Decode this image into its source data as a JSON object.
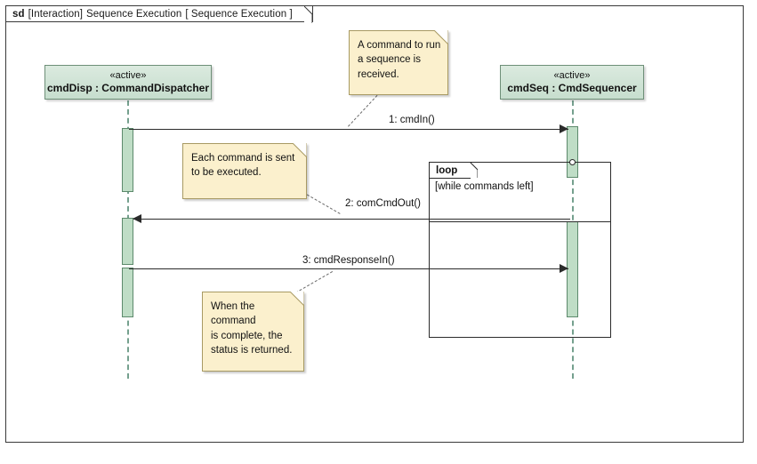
{
  "diagram": {
    "frame": {
      "keyword": "sd",
      "interaction_type": "[Interaction]",
      "name": "Sequence Execution",
      "bracket_name": "[ Sequence Execution ]"
    },
    "colors": {
      "lifeline_head_fill": "#cfe3d5",
      "lifeline_head_border": "#6e8f78",
      "activation_fill": "#bfddc6",
      "activation_border": "#5d8a6c",
      "lifeline_dash": "#6e9b88",
      "note_fill": "#fbf0cd",
      "note_border": "#a89a63",
      "line": "#2b2b2b",
      "frame_border": "#3a3a3a"
    },
    "lifelines": [
      {
        "id": "cmdDisp",
        "stereotype": "«active»",
        "label": "cmdDisp : CommandDispatcher"
      },
      {
        "id": "cmdSeq",
        "stereotype": "«active»",
        "label": "cmdSeq : CmdSequencer"
      }
    ],
    "messages": [
      {
        "seq": "1",
        "label": "1: cmdIn()",
        "from": "cmdDisp",
        "to": "cmdSeq",
        "direction": "right"
      },
      {
        "seq": "2",
        "label": "2: comCmdOut()",
        "from": "cmdSeq",
        "to": "cmdDisp",
        "direction": "left"
      },
      {
        "seq": "3",
        "label": "3: cmdResponseIn()",
        "from": "cmdDisp",
        "to": "cmdSeq",
        "direction": "right"
      }
    ],
    "fragment": {
      "operator": "loop",
      "guard": "[while commands left]"
    },
    "notes": [
      {
        "id": "note-command-received",
        "text": "A command to run\na sequence is\nreceived."
      },
      {
        "id": "note-command-sent",
        "text": "Each command is sent\nto be executed."
      },
      {
        "id": "note-status-returned",
        "text": "When the command\nis complete, the\nstatus is returned."
      }
    ]
  }
}
